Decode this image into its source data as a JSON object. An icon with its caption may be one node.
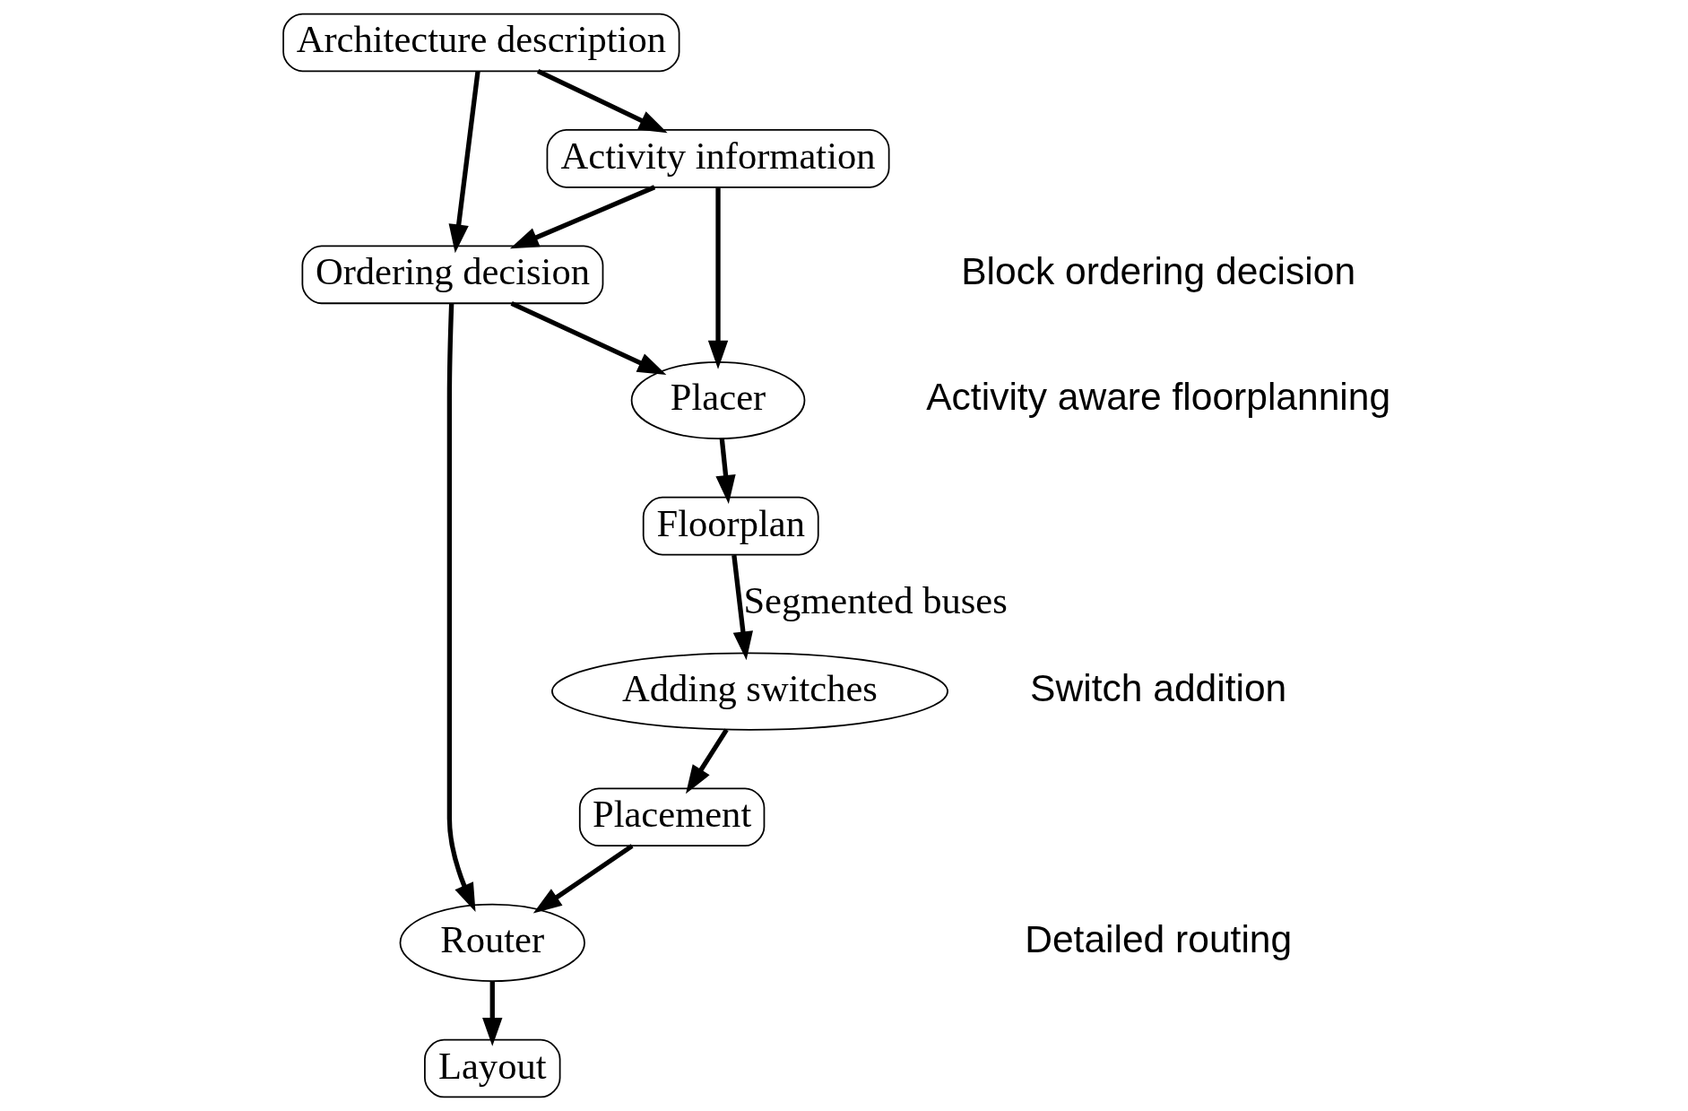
{
  "diagram": {
    "nodes": [
      {
        "text": [
          "Architecture description"
        ]
      },
      {
        "text": [
          "Ordering decision"
        ]
      },
      {
        "text": [
          "Activity information"
        ]
      },
      {
        "text": [
          "Placer"
        ]
      },
      {
        "text": [
          "Floorplan"
        ]
      },
      {
        "text": [
          "Adding switches"
        ]
      },
      {
        "text": [
          "Placement"
        ]
      },
      {
        "text": [
          "Router"
        ]
      },
      {
        "text": [
          "Layout"
        ]
      }
    ],
    "edges": [
      {
        "from": 0,
        "to": 1,
        "arrow": "to"
      },
      {
        "from": 0,
        "to": 2,
        "arrow": "to"
      },
      {
        "from": 2,
        "to": 1,
        "arrow": "to"
      },
      {
        "from": 1,
        "to": 3,
        "arrow": "to"
      },
      {
        "from": 2,
        "to": 3,
        "arrow": "to"
      },
      {
        "from": 3,
        "to": 4,
        "arrow": "to"
      },
      {
        "from": 4,
        "to": 5,
        "arrow": "to",
        "label": "Segmented buses"
      },
      {
        "from": 5,
        "to": 6,
        "arrow": "to"
      },
      {
        "from": 6,
        "to": 7,
        "arrow": "to"
      },
      {
        "from": 1,
        "to": 7,
        "arrow": "to"
      },
      {
        "from": 7,
        "to": 8,
        "arrow": "to"
      }
    ],
    "labels": [
      "Block ordering decision",
      "Activity aware floorplanning",
      "Switch addition",
      "Detailed routing"
    ]
  }
}
